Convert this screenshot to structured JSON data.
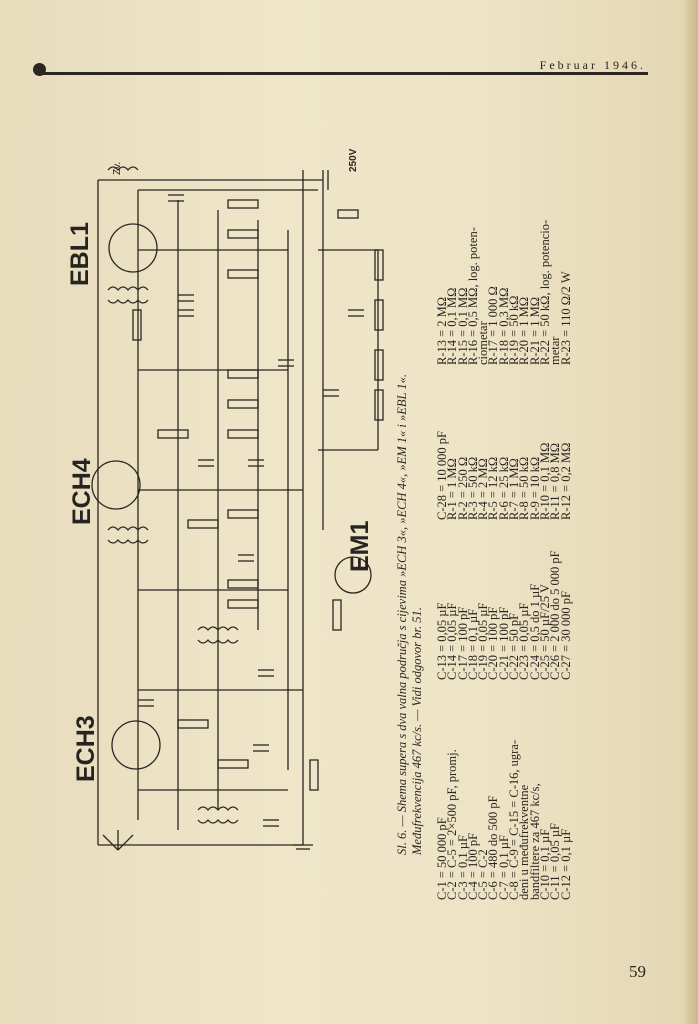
{
  "header": {
    "title": "Februar 1946."
  },
  "page_number": "59",
  "tube_labels": {
    "ech3": "ECH3",
    "ech4": "ECH4",
    "ebl1": "EBL1",
    "em1": "EM1"
  },
  "power_label": "250V",
  "speaker_label": "Zv.",
  "caption": {
    "line1": "Sl. 6. — Shema supera s dva valna područja s cijevima »ECH 3«, »ECH 4«, »EM 1« i »EBL 1«.",
    "line2": "Međufrekvencija 467 kc/s. — Vidi odgovor br. 51."
  },
  "parts_col1": [
    "C-1 = 50 000 pF",
    "C-2 = C-5 = 2×500 pF, promj.",
    "C-3 = 0,1 µF",
    "C-4 = 100 pF",
    "C-5 = C-2",
    "C-6 = 480 do 500 pF",
    "C-7 = 0,1 µF",
    "C-8 = C-9 = C-15 = C-16, ugra-",
    "deni u međufrekventne",
    "bandfiltere za 467 kc/s,",
    "C-10 = 0,1 µF",
    "C-11 = 0,05 µF",
    "C-12 = 0,1 µF"
  ],
  "parts_col2": [
    "C-13 = 0,05 µF",
    "C-14 = 0,05 µF",
    "C-17 = 100 pF",
    "C-18 = 0,1 µF",
    "C-19 = 0,05 µF",
    "C-20 = 100 pF",
    "C-21 = 100 pF",
    "C-22 = 50 pF",
    "C-23 = 0,05 µF",
    "C-24 = 0,5 do 1 µF",
    "C-25 = 50 µF/25 V",
    "C-26 = 2 000 do 5 000 pF",
    "C-27 = 30 000 pF"
  ],
  "parts_col3": [
    "C-28 = 10 000 pF",
    "R-1 = 1 MΩ",
    "R-2 = 250 Ω",
    "R-3 = 50 kΩ",
    "R-4 = 2 MΩ",
    "R-5 = 12 kΩ",
    "R-6 = 25 kΩ",
    "R-7 = 1 MΩ",
    "R-8 = 50 kΩ",
    "R-9 = 10 kΩ",
    "R-10 = 0,1 MΩ",
    "R-11 = 0,8 MΩ",
    "R-12 = 0,2 MΩ"
  ],
  "parts_col4": [
    "R-13 = 2 MΩ",
    "R-14 = 0,1 MΩ",
    "R-15 = 0,1 MΩ",
    "R-16 = 0,5 MΩ, log. poten-",
    "ciometar",
    "R-17 = 1 000 Ω",
    "R-18 = 0,3 MΩ",
    "R-19 = 50 kΩ",
    "R-20 = 1 MΩ",
    "R-21 = 1 MΩ",
    "R-22 = 50 kΩ, log. potencio-",
    "metar",
    "R-23 = 110 Ω/2 W"
  ]
}
